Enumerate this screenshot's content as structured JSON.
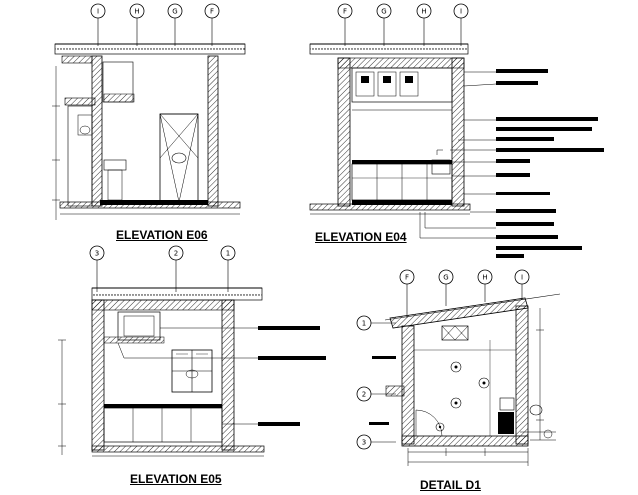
{
  "titles": {
    "top_left": "ELEVATION E06",
    "top_right": "ELEVATION E04",
    "bottom_left": "ELEVATION E05",
    "bottom_right": "DETAIL D1"
  },
  "grid_labels": {
    "top_left": [
      "I",
      "H",
      "G",
      "F"
    ],
    "top_right": [
      "F",
      "G",
      "H",
      "I"
    ],
    "bottom_left": [
      "3",
      "2",
      "1"
    ],
    "bottom_right_top": [
      "F",
      "G",
      "H",
      "I"
    ],
    "bottom_right_side": [
      "1",
      "2",
      "3"
    ]
  },
  "colors": {
    "line": "#000000",
    "hatch": "#000000",
    "background": "#ffffff"
  }
}
